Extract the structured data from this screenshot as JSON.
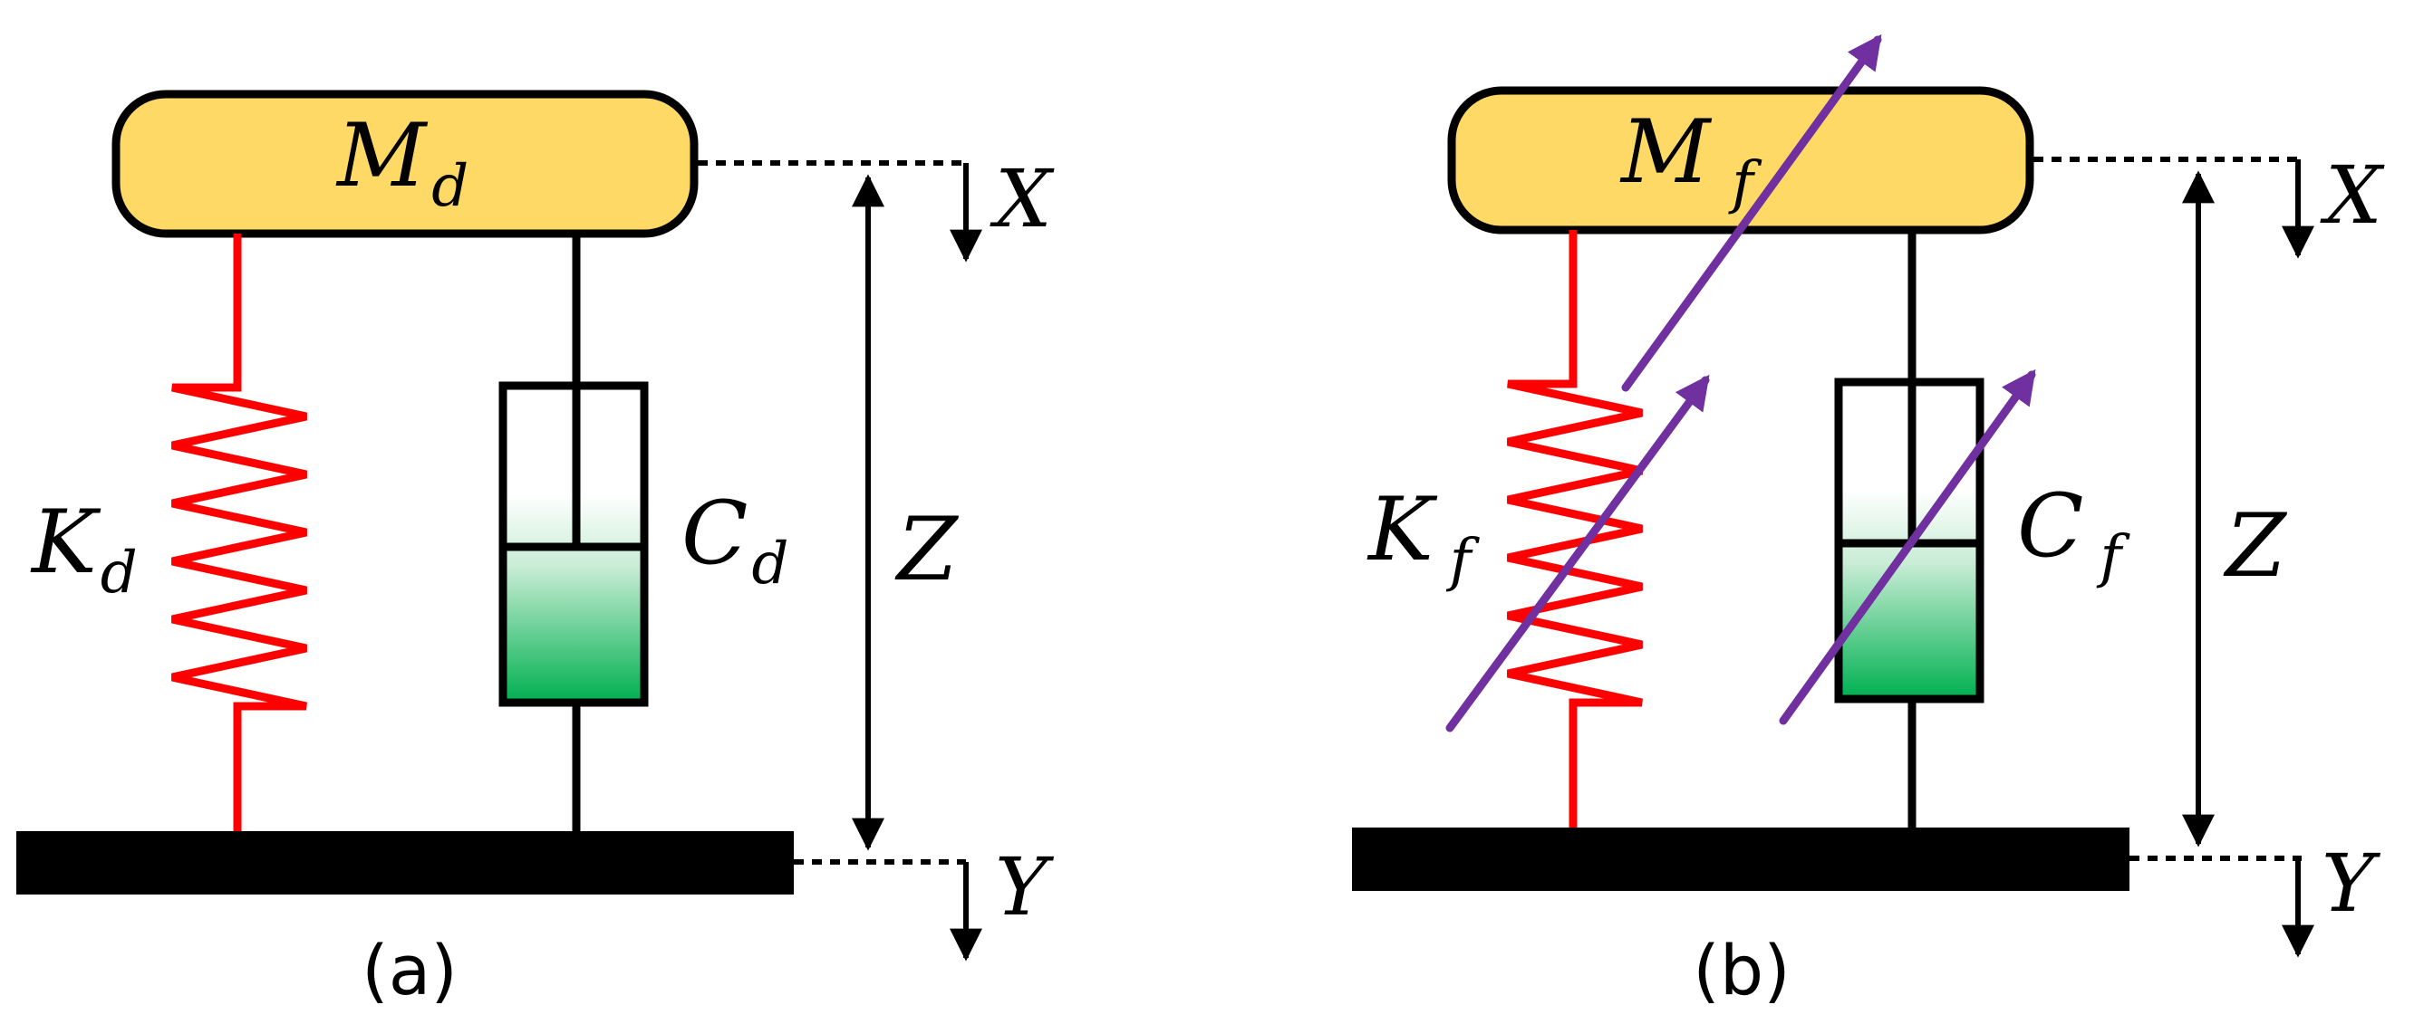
{
  "panels": [
    {
      "caption": "(a)",
      "mass": {
        "symbol": "M",
        "subscript": "d"
      },
      "spring": {
        "symbol": "K",
        "subscript": "d"
      },
      "damper": {
        "symbol": "C",
        "subscript": "d"
      },
      "displacement_label": "Z",
      "top_label": "X",
      "bottom_label": "Y",
      "variable": false
    },
    {
      "caption": "(b)",
      "mass": {
        "symbol": "M",
        "subscript": "f"
      },
      "spring": {
        "symbol": "K",
        "subscript": "f"
      },
      "damper": {
        "symbol": "C",
        "subscript": "f"
      },
      "displacement_label": "Z",
      "top_label": "X",
      "bottom_label": "Y",
      "variable": true
    }
  ],
  "colors": {
    "mass_fill": "#FFD966",
    "spring": "#FF0000",
    "fluid_top": "#FFFFFF",
    "fluid_bottom": "#00B050",
    "variable_arrow": "#7030A0",
    "ground": "#000000",
    "line": "#000000"
  }
}
